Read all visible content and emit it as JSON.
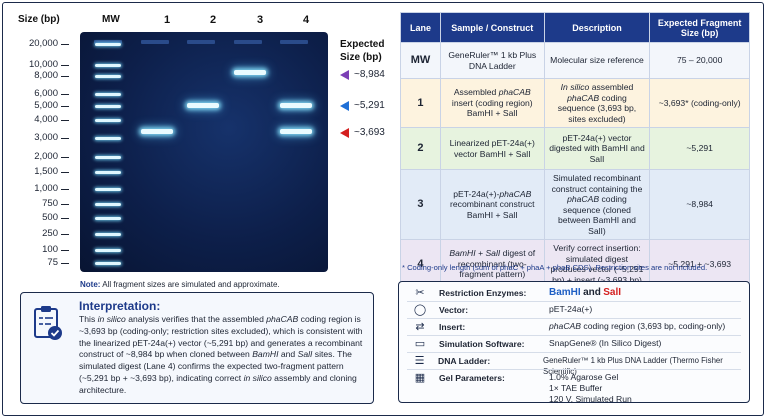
{
  "gel": {
    "size_header": "Size (bp)",
    "mw_header": "MW",
    "lanes": [
      "1",
      "2",
      "3",
      "4"
    ],
    "sizes": [
      "20,000",
      "10,000",
      "8,000",
      "6,000",
      "5,000",
      "4,000",
      "3,000",
      "2,000",
      "1,500",
      "1,000",
      "750",
      "500",
      "250",
      "100",
      "75"
    ],
    "expected_header_line1": "Expected",
    "expected_header_line2": "Size (bp)",
    "expected": [
      {
        "label": "~8,984",
        "color": "#7c3fb6"
      },
      {
        "label": "~5,291",
        "color": "#1f6fd6"
      },
      {
        "label": "~3,693",
        "color": "#d42020"
      }
    ],
    "note_bold": "Note:",
    "note_text": "All fragment sizes are simulated and approximate."
  },
  "interpretation": {
    "title": "Interpretation:",
    "icon": "clipboard-check-icon"
  },
  "table": {
    "headers": [
      "Lane",
      "Sample / Construct",
      "Description",
      "Expected Fragment Size (bp)"
    ],
    "rows": [
      {
        "lane": "MW",
        "sample": "GeneRuler™ 1 kb Plus DNA Ladder",
        "description": "Molecular size reference",
        "size": "75 – 20,000"
      },
      {
        "lane": "1",
        "size": "~3,693* (coding-only)"
      },
      {
        "lane": "2",
        "sample": "Linearized pET-24a(+) vector BamHI + SalI",
        "description": "pET-24a(+) vector digested with BamHI and SalI",
        "size": "~5,291"
      },
      {
        "lane": "3",
        "size": "~8,984"
      },
      {
        "lane": "4",
        "size": "~5,291 + ~3,693"
      }
    ],
    "footnote": "* Coding-only length (sum of phaC + phaA + phaB CDS). Restriction sites are not included."
  },
  "params": {
    "enzymes_label": "Restriction Enzymes:",
    "enzyme1": "BamHI",
    "enzyme_and": "and",
    "enzyme2": "SalI",
    "vector_label": "Vector:",
    "vector": "pET-24a(+)",
    "insert_label": "Insert:",
    "insert_suffix": "coding region (3,693 bp, coding-only)",
    "software_label": "Simulation Software:",
    "software": "SnapGene® (In Silico Digest)",
    "ladder_label": "DNA Ladder:",
    "ladder": "GeneRuler™ 1 kb Plus DNA Ladder (Thermo Fisher Scientific)",
    "gel_label": "Gel Parameters:",
    "gel_params": [
      "1.0% Agarose Gel",
      "1× TAE Buffer",
      "120 V, Simulated Run"
    ],
    "icons": [
      "scissors-icon",
      "plasmid-circle-icon",
      "insert-dna-icon",
      "monitor-icon",
      "ladder-icon",
      "calendar-icon"
    ]
  }
}
